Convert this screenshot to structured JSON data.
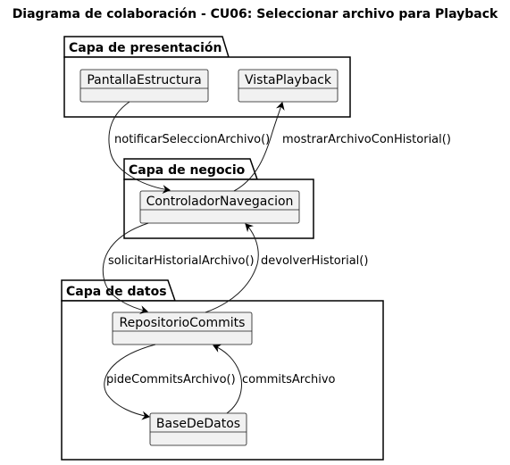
{
  "title": "Diagrama de colaboración - CU06: Seleccionar archivo para Playback",
  "packages": {
    "presentacion": "Capa de presentación",
    "negocio": "Capa de negocio",
    "datos": "Capa de datos"
  },
  "classes": {
    "pantalla_estructura": "PantallaEstructura",
    "vista_playback": "VistaPlayback",
    "controlador_navegacion": "ControladorNavegacion",
    "repositorio_commits": "RepositorioCommits",
    "base_de_datos": "BaseDeDatos"
  },
  "messages": {
    "notificar": "notificarSeleccionArchivo()",
    "mostrar": "mostrarArchivoConHistorial()",
    "solicitar": "solicitarHistorialArchivo()",
    "devolver": "devolverHistorial()",
    "pide": "pideCommitsArchivo()",
    "commits": "commitsArchivo"
  }
}
